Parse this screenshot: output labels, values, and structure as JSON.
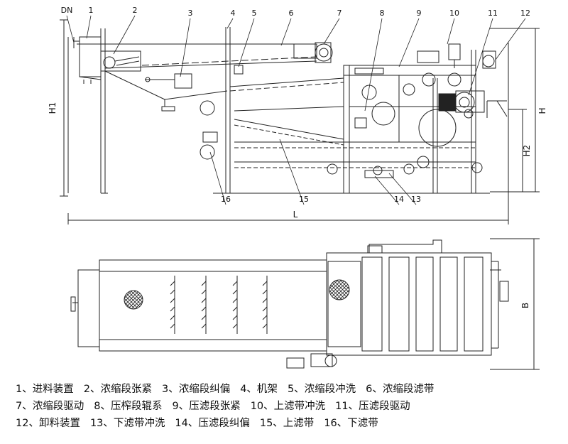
{
  "callouts": [
    "DN",
    "1",
    "2",
    "3",
    "4",
    "5",
    "6",
    "7",
    "8",
    "9",
    "10",
    "11",
    "12",
    "13",
    "14",
    "15",
    "16"
  ],
  "dimensions": {
    "h1": "H1",
    "h": "H",
    "h2": "H2",
    "l": "L",
    "b": "B"
  },
  "legend": [
    [
      "1、进料装置",
      "2、浓缩段张紧",
      "3、浓缩段纠偏",
      "4、机架",
      "5、浓缩段冲洗",
      "6、浓缩段滤带"
    ],
    [
      "7、浓缩段驱动",
      "8、压榨段辊系",
      "9、压滤段张紧",
      "10、上滤带冲洗",
      "11、压滤段驱动"
    ],
    [
      "12、卸料装置",
      "13、下滤带冲洗",
      "14、压滤段纠偏",
      "15、上滤带",
      "16、下滤带"
    ]
  ]
}
